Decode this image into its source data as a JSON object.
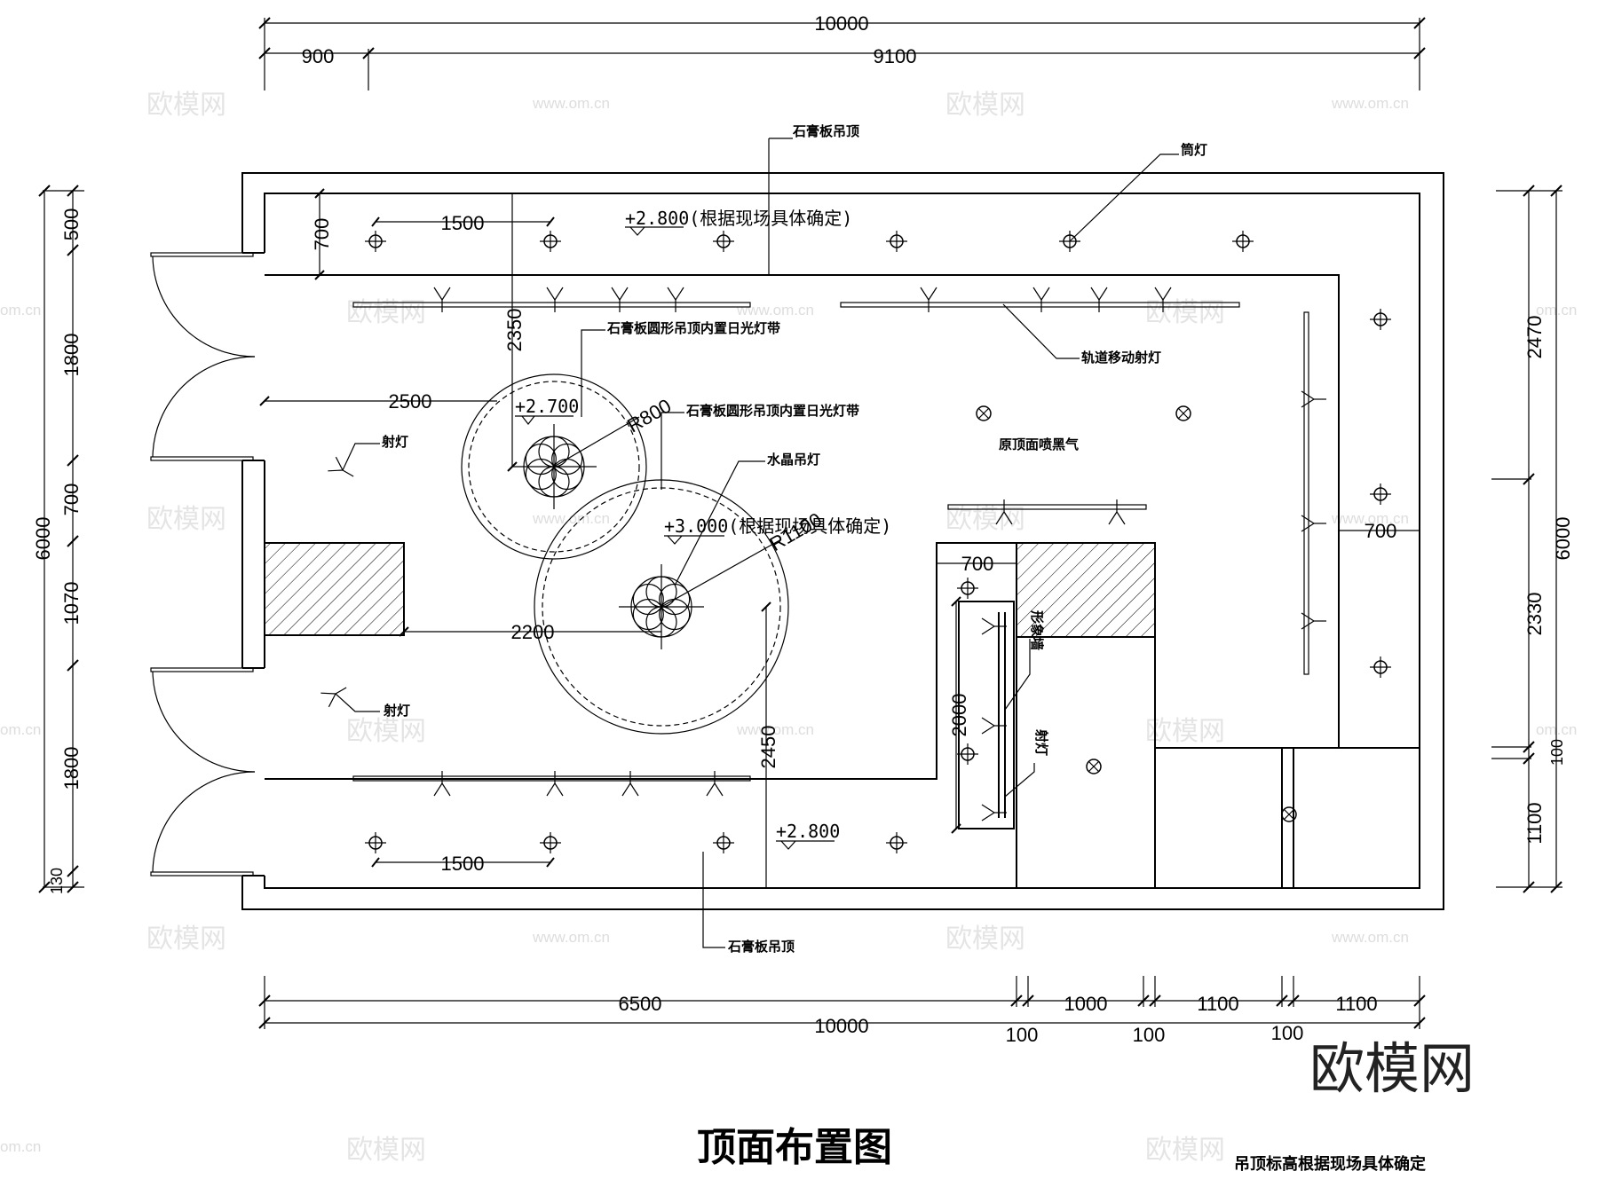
{
  "title": "顶面布置图",
  "footnote": "吊顶标高根据现场具体确定",
  "brand": "欧模网",
  "watermark": {
    "logo": "欧模网",
    "url": "www.om.cn",
    "url_short": "om.cn"
  },
  "dims_top": {
    "total": "10000",
    "left": "900",
    "right": "9100"
  },
  "dims_left": {
    "total": "6000",
    "segments": [
      "500",
      "1800",
      "700",
      "1070",
      "1800",
      "130"
    ]
  },
  "dims_right": {
    "total": "6000",
    "segments": [
      "2470",
      "2330",
      "100",
      "1100"
    ]
  },
  "dims_bottom": {
    "row1": [
      "6500",
      "1000",
      "1100",
      "1100"
    ],
    "total": "10000",
    "row3": [
      "100",
      "100",
      "100"
    ]
  },
  "dims_inner": {
    "d1500_top": "1500",
    "d700": "700",
    "d2350": "2350",
    "d2500": "2500",
    "d2200": "2200",
    "d2450": "2450",
    "d1500_bottom": "1500",
    "d700_b": "700",
    "d2000": "2000",
    "d700_r": "700"
  },
  "radii": {
    "r800": "R800",
    "r1100": "R1100"
  },
  "levels": {
    "top": "+2.800(根据现场具体确定)",
    "circle_small": "+2.700",
    "circle_big": "+3.000(根据现场具体确定)",
    "bottom": "+2.800"
  },
  "labels": {
    "gypsum_ceiling_top": "石膏板吊顶",
    "downlight": "筒灯",
    "round_ceiling_1": "石膏板圆形吊顶内置日光灯带",
    "round_ceiling_2": "石膏板圆形吊顶内置日光灯带",
    "track_light": "轨道移动射灯",
    "spotlight_1": "射灯",
    "spotlight_2": "射灯",
    "crystal_lamp": "水晶吊灯",
    "black_spray": "原顶面喷黑气",
    "image_wall": "形象墙",
    "spotlight_3": "射灯",
    "gypsum_ceiling_bottom": "石膏板吊顶"
  }
}
